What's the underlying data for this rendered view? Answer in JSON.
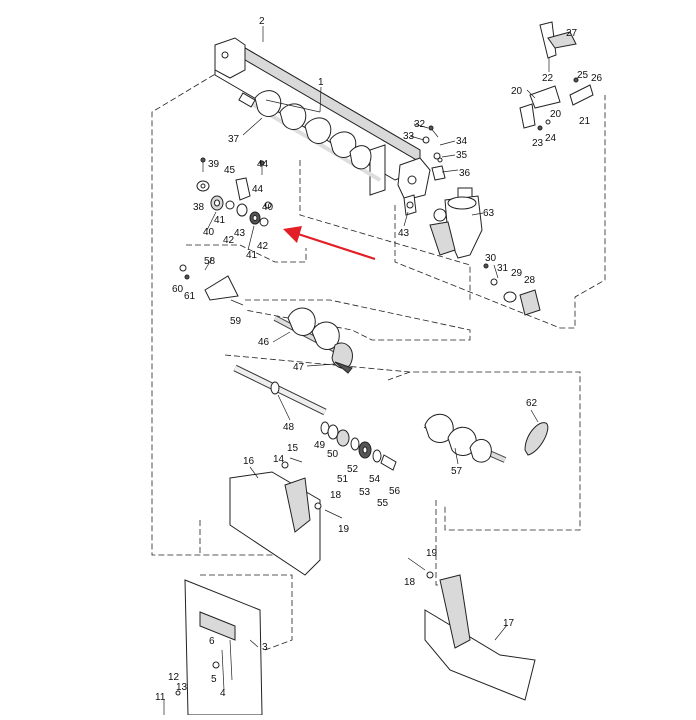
{
  "callouts": [
    {
      "id": "c-2",
      "text": "2"
    },
    {
      "id": "c-1",
      "text": "1"
    },
    {
      "id": "c-37",
      "text": "37"
    },
    {
      "id": "c-32",
      "text": "32"
    },
    {
      "id": "c-33",
      "text": "33"
    },
    {
      "id": "c-34",
      "text": "34"
    },
    {
      "id": "c-35",
      "text": "35"
    },
    {
      "id": "c-36",
      "text": "36"
    },
    {
      "id": "c-43a",
      "text": "43"
    },
    {
      "id": "c-63",
      "text": "63"
    },
    {
      "id": "c-39",
      "text": "39"
    },
    {
      "id": "c-45",
      "text": "45"
    },
    {
      "id": "c-44a",
      "text": "44"
    },
    {
      "id": "c-44b",
      "text": "44"
    },
    {
      "id": "c-38",
      "text": "38"
    },
    {
      "id": "c-41a",
      "text": "41"
    },
    {
      "id": "c-40a",
      "text": "40"
    },
    {
      "id": "c-40b",
      "text": "40"
    },
    {
      "id": "c-43b",
      "text": "43"
    },
    {
      "id": "c-42a",
      "text": "42"
    },
    {
      "id": "c-42b",
      "text": "42"
    },
    {
      "id": "c-41b",
      "text": "41"
    },
    {
      "id": "c-58",
      "text": "58"
    },
    {
      "id": "c-60",
      "text": "60"
    },
    {
      "id": "c-61",
      "text": "61"
    },
    {
      "id": "c-59",
      "text": "59"
    },
    {
      "id": "c-46",
      "text": "46"
    },
    {
      "id": "c-47",
      "text": "47"
    },
    {
      "id": "c-30",
      "text": "30"
    },
    {
      "id": "c-31",
      "text": "31"
    },
    {
      "id": "c-29",
      "text": "29"
    },
    {
      "id": "c-28",
      "text": "28"
    },
    {
      "id": "c-62",
      "text": "62"
    },
    {
      "id": "c-48",
      "text": "48"
    },
    {
      "id": "c-49",
      "text": "49"
    },
    {
      "id": "c-50",
      "text": "50"
    },
    {
      "id": "c-51",
      "text": "51"
    },
    {
      "id": "c-52",
      "text": "52"
    },
    {
      "id": "c-53",
      "text": "53"
    },
    {
      "id": "c-54",
      "text": "54"
    },
    {
      "id": "c-55",
      "text": "55"
    },
    {
      "id": "c-56",
      "text": "56"
    },
    {
      "id": "c-57",
      "text": "57"
    },
    {
      "id": "c-15",
      "text": "15"
    },
    {
      "id": "c-14",
      "text": "14"
    },
    {
      "id": "c-16",
      "text": "16"
    },
    {
      "id": "c-18a",
      "text": "18"
    },
    {
      "id": "c-19a",
      "text": "19"
    },
    {
      "id": "c-19b",
      "text": "19"
    },
    {
      "id": "c-18b",
      "text": "18"
    },
    {
      "id": "c-17",
      "text": "17"
    },
    {
      "id": "c-3",
      "text": "3"
    },
    {
      "id": "c-6",
      "text": "6"
    },
    {
      "id": "c-5",
      "text": "5"
    },
    {
      "id": "c-4",
      "text": "4"
    },
    {
      "id": "c-12",
      "text": "12"
    },
    {
      "id": "c-13",
      "text": "13"
    },
    {
      "id": "c-11",
      "text": "11"
    },
    {
      "id": "c-27",
      "text": "27"
    },
    {
      "id": "c-22",
      "text": "22"
    },
    {
      "id": "c-25",
      "text": "25"
    },
    {
      "id": "c-26",
      "text": "26"
    },
    {
      "id": "c-20a",
      "text": "20"
    },
    {
      "id": "c-20b",
      "text": "20"
    },
    {
      "id": "c-21",
      "text": "21"
    },
    {
      "id": "c-23",
      "text": "23"
    },
    {
      "id": "c-24",
      "text": "24"
    }
  ],
  "colors": {
    "line": "#222222",
    "arrow": "#e21f26",
    "background": "#ffffff"
  }
}
